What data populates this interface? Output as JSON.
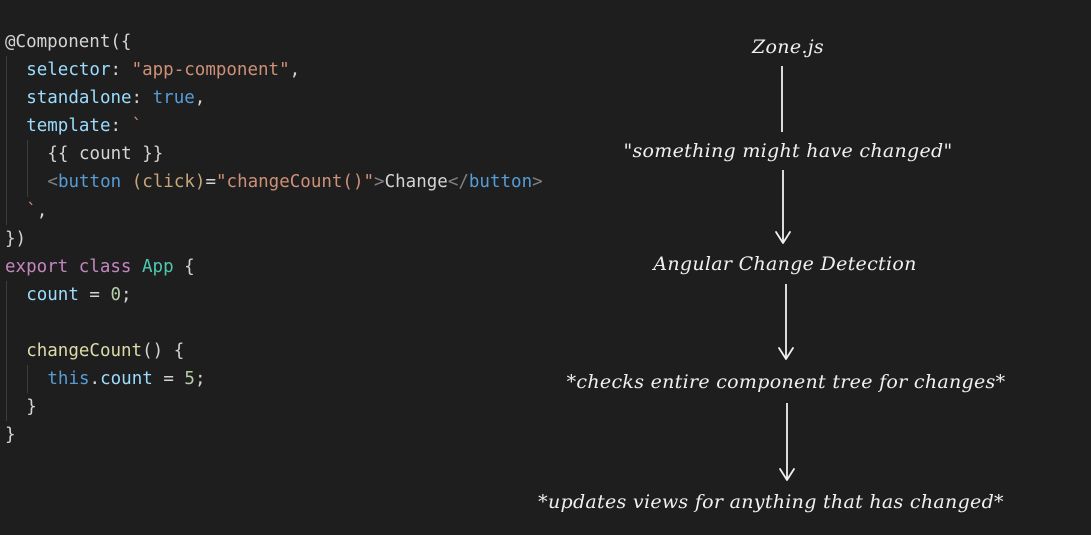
{
  "code": {
    "lines": [
      {
        "indent": 0,
        "tokens": [
          {
            "t": "@Component({",
            "c": "plain"
          }
        ]
      },
      {
        "indent": 1,
        "tokens": [
          {
            "t": "selector",
            "c": "prop"
          },
          {
            "t": ": ",
            "c": "plain"
          },
          {
            "t": "\"app-component\"",
            "c": "str"
          },
          {
            "t": ",",
            "c": "plain"
          }
        ]
      },
      {
        "indent": 1,
        "tokens": [
          {
            "t": "standalone",
            "c": "prop"
          },
          {
            "t": ": ",
            "c": "plain"
          },
          {
            "t": "true",
            "c": "bool"
          },
          {
            "t": ",",
            "c": "plain"
          }
        ]
      },
      {
        "indent": 1,
        "tokens": [
          {
            "t": "template",
            "c": "prop"
          },
          {
            "t": ": ",
            "c": "plain"
          },
          {
            "t": "`",
            "c": "str"
          }
        ]
      },
      {
        "indent": 2,
        "tokens": [
          {
            "t": "{{ count }}",
            "c": "plain"
          }
        ]
      },
      {
        "indent": 2,
        "tokens": [
          {
            "t": "<",
            "c": "bracket"
          },
          {
            "t": "button",
            "c": "tag"
          },
          {
            "t": " (click)",
            "c": "attr"
          },
          {
            "t": "=",
            "c": "plain"
          },
          {
            "t": "\"changeCount()\"",
            "c": "str"
          },
          {
            "t": ">",
            "c": "bracket"
          },
          {
            "t": "Change",
            "c": "plain"
          },
          {
            "t": "</",
            "c": "bracket"
          },
          {
            "t": "button",
            "c": "tag"
          },
          {
            "t": ">",
            "c": "bracket"
          }
        ]
      },
      {
        "indent": 1,
        "tokens": [
          {
            "t": "`",
            "c": "str"
          },
          {
            "t": ",",
            "c": "plain"
          }
        ]
      },
      {
        "indent": 0,
        "tokens": [
          {
            "t": "})",
            "c": "plain"
          }
        ]
      },
      {
        "indent": 0,
        "tokens": [
          {
            "t": "export",
            "c": "kw"
          },
          {
            "t": " ",
            "c": "plain"
          },
          {
            "t": "class",
            "c": "kw"
          },
          {
            "t": " ",
            "c": "plain"
          },
          {
            "t": "App",
            "c": "class"
          },
          {
            "t": " {",
            "c": "plain"
          }
        ]
      },
      {
        "indent": 1,
        "tokens": [
          {
            "t": "count",
            "c": "prop"
          },
          {
            "t": " = ",
            "c": "plain"
          },
          {
            "t": "0",
            "c": "num"
          },
          {
            "t": ";",
            "c": "plain"
          }
        ]
      },
      {
        "indent": 1,
        "tokens": []
      },
      {
        "indent": 1,
        "tokens": [
          {
            "t": "changeCount",
            "c": "fn"
          },
          {
            "t": "() {",
            "c": "plain"
          }
        ]
      },
      {
        "indent": 2,
        "tokens": [
          {
            "t": "this",
            "c": "bool"
          },
          {
            "t": ".",
            "c": "plain"
          },
          {
            "t": "count",
            "c": "prop"
          },
          {
            "t": " = ",
            "c": "plain"
          },
          {
            "t": "5",
            "c": "num"
          },
          {
            "t": ";",
            "c": "plain"
          }
        ]
      },
      {
        "indent": 1,
        "tokens": [
          {
            "t": "}",
            "c": "plain"
          }
        ]
      },
      {
        "indent": 0,
        "tokens": [
          {
            "t": "}",
            "c": "plain"
          }
        ]
      }
    ]
  },
  "flow": {
    "step_zone": "Zone.js",
    "step_signal": "\"something might have changed\"",
    "step_detection": "Angular Change Detection",
    "step_checks": "*checks entire component tree for changes*",
    "step_updates": "*updates views for anything that has changed*"
  }
}
